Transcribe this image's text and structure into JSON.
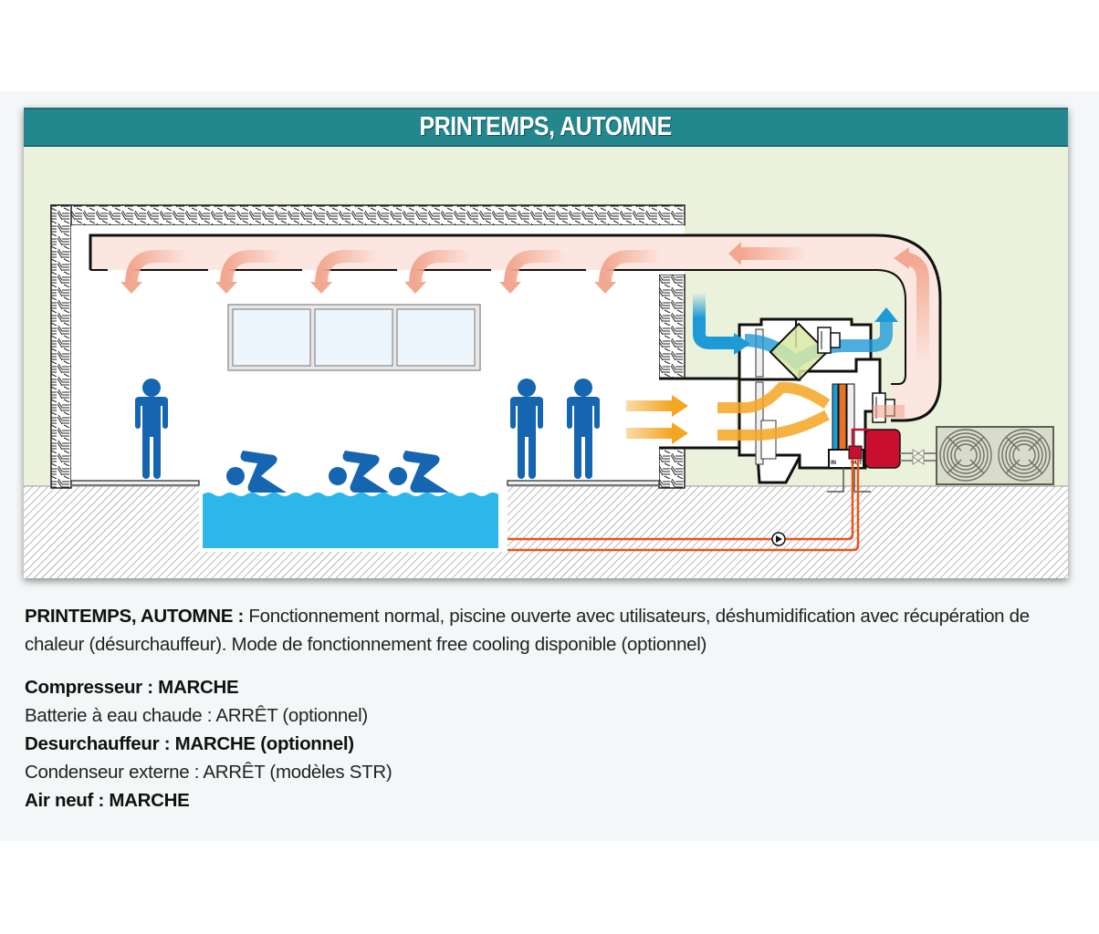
{
  "header": {
    "title": "PRINTEMPS, AUTOMNE"
  },
  "diagram": {
    "labels": {
      "coil_in": "IN",
      "coil_out": "OUT"
    },
    "icons": [
      "person-icon",
      "swimmer-icon",
      "fan-icon",
      "compressor-icon",
      "pump-icon",
      "heat-exchanger-icon",
      "external-condenser-icon",
      "valve-icon"
    ],
    "colors": {
      "teal": "#25878e",
      "supply_air": "#f2b09a",
      "fresh_air": "#f4a623",
      "exhaust_air": "#1e9ad6",
      "pool_water": "#2bb7ea",
      "person": "#1565b0",
      "pipe": "#e8561a",
      "compressor": "#c8102e"
    }
  },
  "description": {
    "lead": "PRINTEMPS, AUTOMNE :",
    "text": " Fonctionnement normal, piscine ouverte avec utilisateurs, déshumidification avec récupération de chaleur (désurchauffeur). Mode de fonctionnement free cooling disponible (optionnel)"
  },
  "status": [
    {
      "text": "Compresseur : MARCHE",
      "bold": true
    },
    {
      "text": "Batterie à eau chaude : ARRÊT (optionnel)",
      "bold": false
    },
    {
      "text": "Desurchauffeur : MARCHE (optionnel)",
      "bold": true
    },
    {
      "text": "Condenseur externe : ARRÊT (modèles STR)",
      "bold": false
    },
    {
      "text": "Air neuf : MARCHE",
      "bold": true
    }
  ]
}
